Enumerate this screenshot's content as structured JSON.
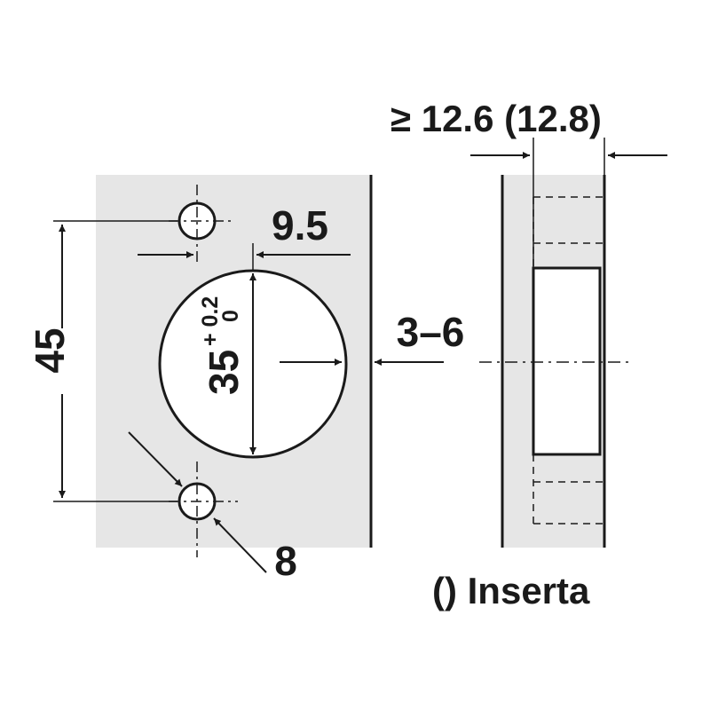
{
  "dimensions": {
    "height": "45",
    "offset": "9.5",
    "cup_diameter": "35",
    "cup_tol_upper": "+ 0.2",
    "cup_tol_lower": "0",
    "edge_gap": "3–6",
    "screw_hole": "8",
    "min_thickness": "≥ 12.6 (12.8)"
  },
  "note": "() Inserta",
  "colors": {
    "panel": "#e6e6e6",
    "line": "#1a1a1a",
    "hole": "#ffffff"
  }
}
